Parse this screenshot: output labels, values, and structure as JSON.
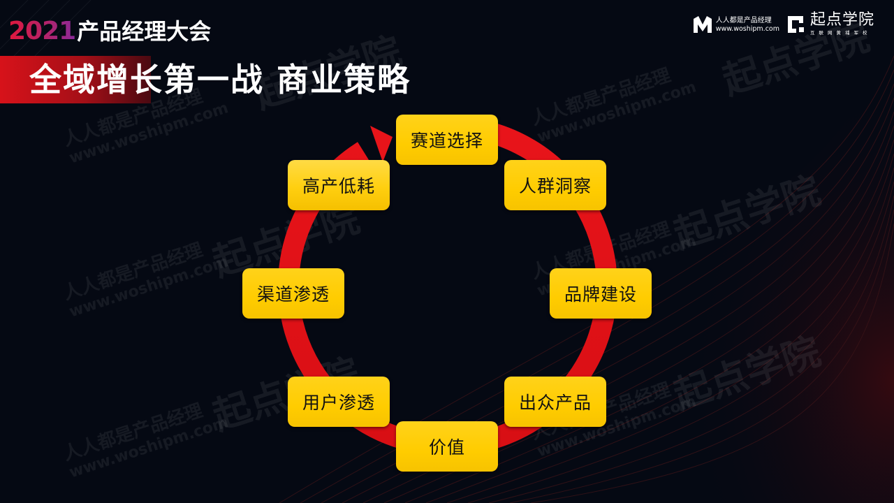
{
  "header": {
    "conference_year": "2021",
    "conference_name": "产品经理大会",
    "page_title": "全域增长第一战 商业策略"
  },
  "logos": {
    "woshipm": {
      "icon": "m-logo-icon",
      "name": "人人都是产品经理",
      "url": "www.woshipm.com"
    },
    "qidian": {
      "icon": "qd-square-logo-icon",
      "name": "起点学院",
      "subtitle": "互联网黄埔军校"
    }
  },
  "diagram": {
    "type": "cycle",
    "direction": "clockwise",
    "ring_color": "#e01010",
    "node_color": "#ffcc00",
    "nodes": [
      {
        "label": "赛道选择"
      },
      {
        "label": "人群洞察"
      },
      {
        "label": "品牌建设"
      },
      {
        "label": "出众产品"
      },
      {
        "label": "价值"
      },
      {
        "label": "用户渗透"
      },
      {
        "label": "渠道渗透"
      },
      {
        "label": "高产低耗"
      }
    ]
  },
  "watermarks": {
    "qidian": "起点学院",
    "qidian_sub": "互 联 网 黄 埔 军 校",
    "woshipm": "人人都是产品经理",
    "woshipm_url": "www.woshipm.com"
  },
  "colors": {
    "background": "#050913",
    "accent_red": "#d7121a",
    "node_yellow": "#ffcc00"
  }
}
